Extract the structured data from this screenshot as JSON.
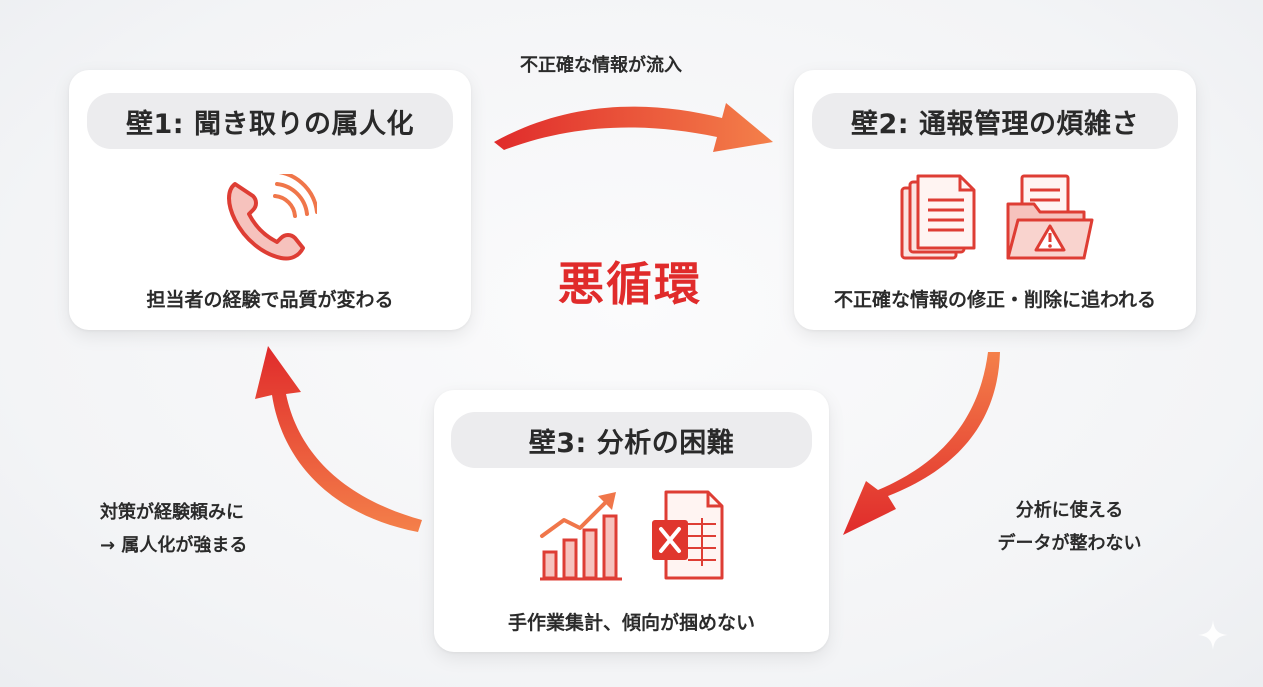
{
  "center": {
    "title": "悪循環"
  },
  "walls": [
    {
      "title": "壁1: 聞き取りの属人化",
      "caption": "担当者の経験で品質が変わる",
      "icons": [
        "phone-ringing-icon"
      ]
    },
    {
      "title": "壁2: 通報管理の煩雑さ",
      "caption": "不正確な情報の修正・削除に追われる",
      "icons": [
        "documents-icon",
        "folder-warning-icon"
      ]
    },
    {
      "title": "壁3: 分析の困難",
      "caption": "手作業集計、傾向が掴めない",
      "icons": [
        "bar-chart-trend-icon",
        "spreadsheet-x-icon"
      ]
    }
  ],
  "flows": [
    {
      "from": "壁1",
      "to": "壁2",
      "lines": [
        "不正確な情報が流入"
      ]
    },
    {
      "from": "壁2",
      "to": "壁3",
      "lines": [
        "分析に使える",
        "データが整わない"
      ]
    },
    {
      "from": "壁3",
      "to": "壁1",
      "lines": [
        "対策が経験頼みに",
        "→ 属人化が強まる"
      ]
    }
  ],
  "colors": {
    "accent": "#e02b2b",
    "arrow_start": "#e02b2b",
    "arrow_end": "#f47a45",
    "card": "#ffffff",
    "pill": "#ececee"
  }
}
